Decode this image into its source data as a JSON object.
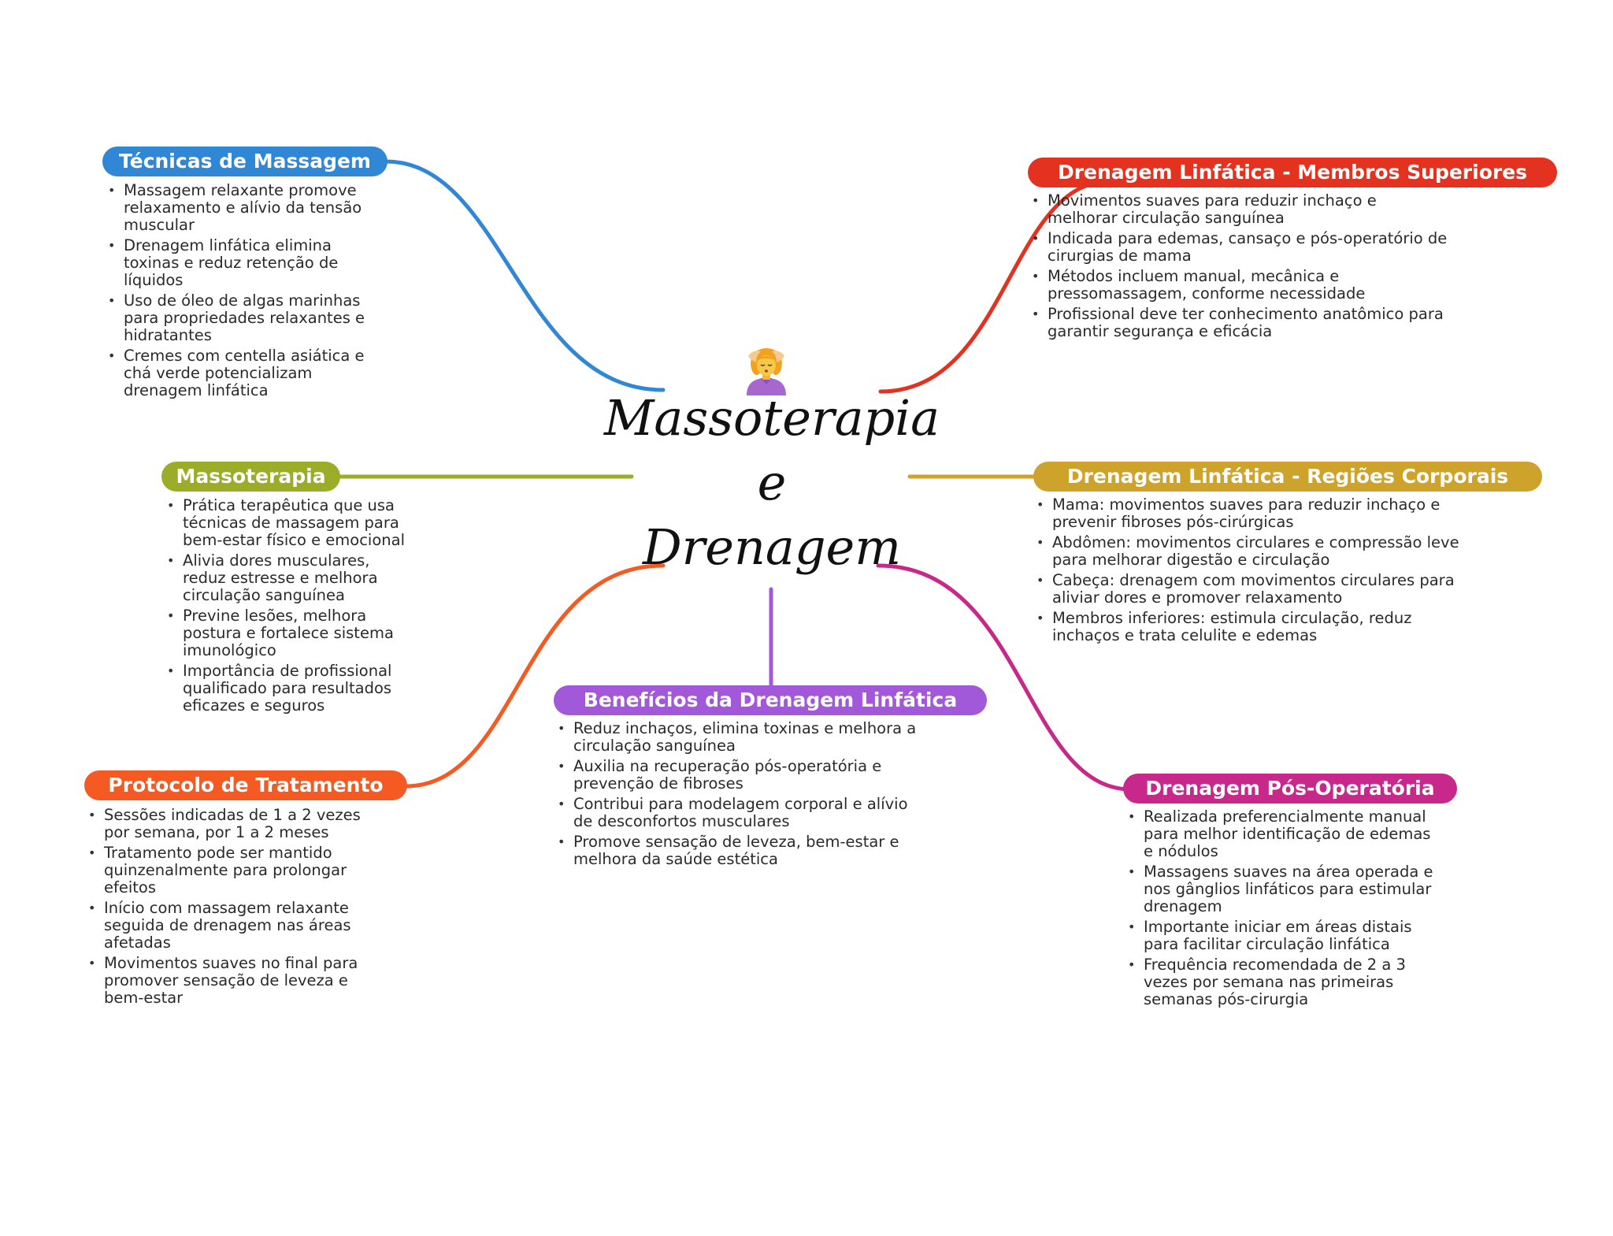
{
  "center": {
    "icon": "person-getting-massage-icon",
    "title_line1": "Massoterapia",
    "title_line2": "e",
    "title_line3": "Drenagem"
  },
  "colors": {
    "tecnicas": "#2f87d6",
    "massoterapia": "#9aac28",
    "protocolo": "#f45a22",
    "beneficios": "#a259d9",
    "superiores": "#e3321f",
    "regioes": "#cda32c",
    "pos_operatoria": "#c8288a"
  },
  "branches": {
    "tecnicas": {
      "title": "Técnicas de Massagem",
      "items": [
        "Massagem relaxante promove relaxamento e alívio da tensão muscular",
        "Drenagem linfática elimina toxinas e reduz retenção de líquidos",
        "Uso de óleo de algas marinhas para propriedades relaxantes e hidratantes",
        "Cremes com centella asiática e chá verde potencializam drenagem linfática"
      ]
    },
    "massoterapia": {
      "title": "Massoterapia",
      "items": [
        "Prática terapêutica que usa técnicas de massagem para bem-estar físico e emocional",
        "Alivia dores musculares, reduz estresse e melhora circulação sanguínea",
        "Previne lesões, melhora postura e fortalece sistema imunológico",
        "Importância de profissional qualificado para resultados eficazes e seguros"
      ]
    },
    "protocolo": {
      "title": "Protocolo de Tratamento",
      "items": [
        "Sessões indicadas de 1 a 2 vezes por semana, por 1 a 2 meses",
        "Tratamento pode ser mantido quinzenalmente para prolongar efeitos",
        "Início com massagem relaxante seguida de drenagem nas áreas afetadas",
        "Movimentos suaves no final para promover sensação de leveza e bem-estar"
      ]
    },
    "beneficios": {
      "title": "Benefícios da Drenagem Linfática",
      "items": [
        "Reduz inchaços, elimina toxinas e melhora a circulação sanguínea",
        "Auxilia na recuperação pós-operatória e prevenção de fibroses",
        "Contribui para modelagem corporal e alívio de desconfortos musculares",
        "Promove sensação de leveza, bem-estar e melhora da saúde estética"
      ]
    },
    "superiores": {
      "title": "Drenagem Linfática - Membros Superiores",
      "items": [
        "Movimentos suaves para reduzir inchaço e melhorar circulação sanguínea",
        "Indicada para edemas, cansaço e pós-operatório de cirurgias de mama",
        "Métodos incluem manual, mecânica e pressomassagem, conforme necessidade",
        "Profissional deve ter conhecimento anatômico para garantir segurança e eficácia"
      ]
    },
    "regioes": {
      "title": "Drenagem Linfática - Regiões Corporais",
      "items": [
        "Mama: movimentos suaves para reduzir inchaço e prevenir fibroses pós-cirúrgicas",
        "Abdômen: movimentos circulares e compressão leve para melhorar digestão e circulação",
        "Cabeça: drenagem com movimentos circulares para aliviar dores e promover relaxamento",
        "Membros inferiores: estimula circulação, reduz inchaços e trata celulite e edemas"
      ]
    },
    "pos_operatoria": {
      "title": "Drenagem Pós-Operatória",
      "items": [
        "Realizada preferencialmente manual para melhor identificação de edemas e nódulos",
        "Massagens suaves na área operada e nos gânglios linfáticos para estimular drenagem",
        "Importante iniciar em áreas distais para facilitar circulação linfática",
        "Frequência recomendada de 2 a 3 vezes por semana nas primeiras semanas pós-cirurgia"
      ]
    }
  }
}
